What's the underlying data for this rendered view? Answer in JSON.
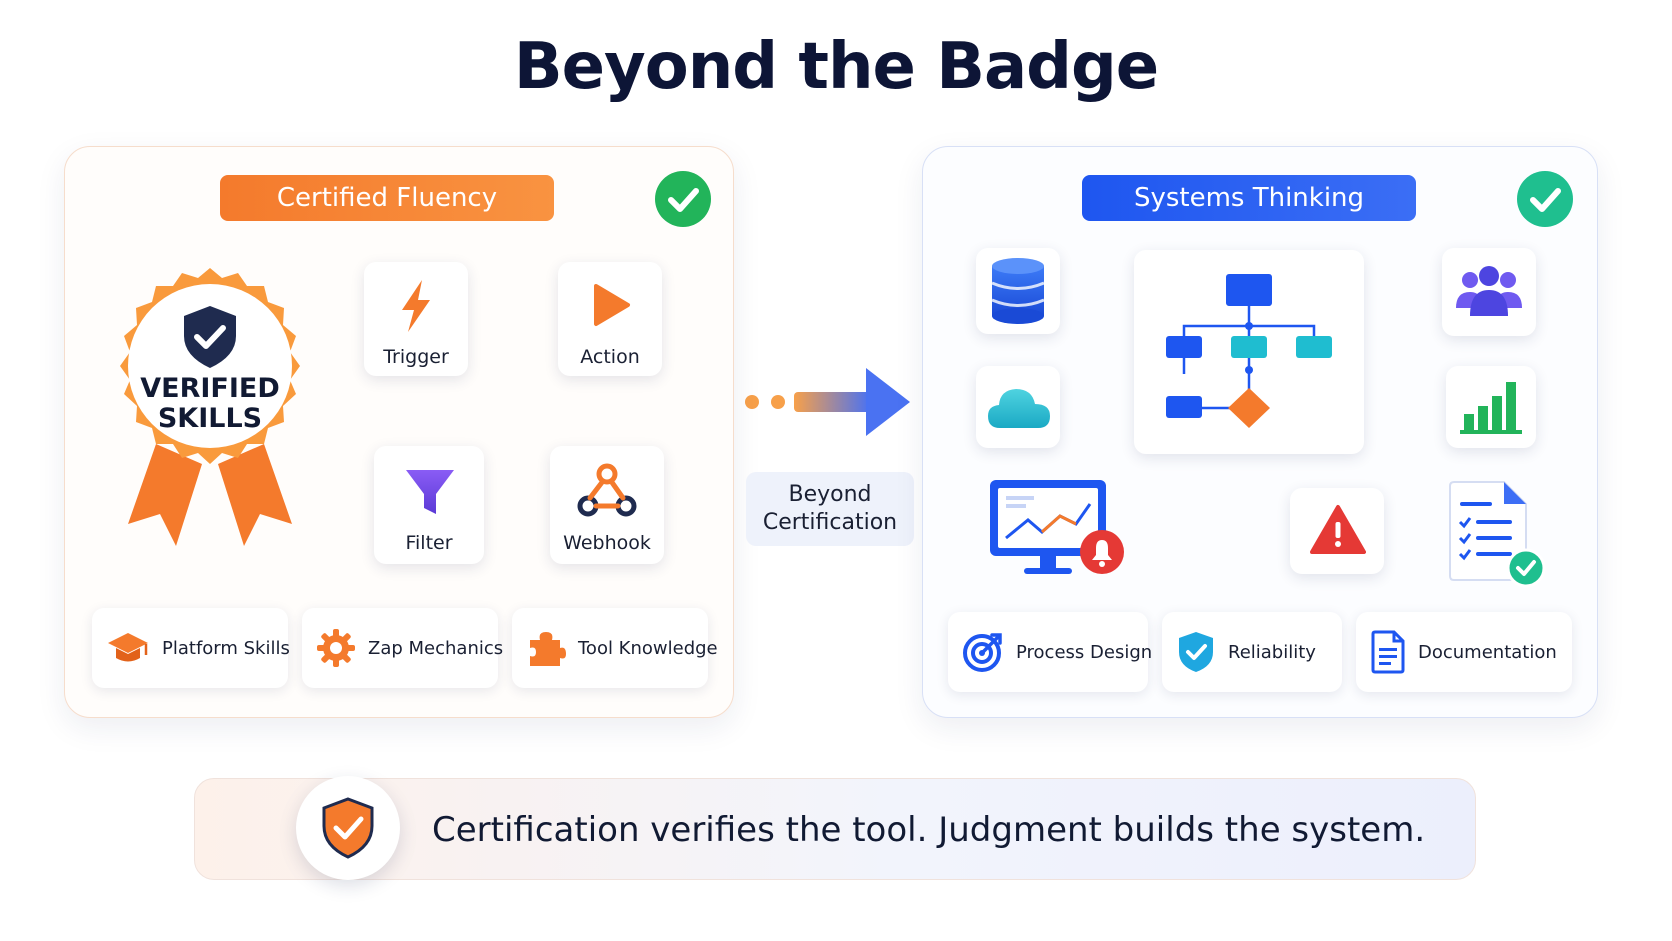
{
  "title": "Beyond the Badge",
  "colors": {
    "orange": "#f47a2c",
    "blue": "#1e56f0",
    "green": "#22b45a",
    "red": "#e53935",
    "teal": "#1fbdd0"
  },
  "left_panel": {
    "header": "Certified Fluency",
    "badge": {
      "line1": "VERIFIED",
      "line2": "SKILLS",
      "icon": "shield-check-icon"
    },
    "nodes": [
      {
        "label": "Trigger",
        "icon": "lightning-icon"
      },
      {
        "label": "Action",
        "icon": "play-icon"
      },
      {
        "label": "Filter",
        "icon": "funnel-icon"
      },
      {
        "label": "Webhook",
        "icon": "webhook-icon"
      }
    ],
    "chips": [
      {
        "label": "Platform Skills",
        "icon": "graduation-cap-icon"
      },
      {
        "label": "Zap Mechanics",
        "icon": "gear-icon"
      },
      {
        "label": "Tool Knowledge",
        "icon": "puzzle-icon"
      }
    ]
  },
  "middle": {
    "line1": "Beyond",
    "line2": "Certification"
  },
  "right_panel": {
    "header": "Systems Thinking",
    "chips": [
      {
        "label": "Process Design",
        "icon": "target-icon"
      },
      {
        "label": "Reliability",
        "icon": "shield-check-icon"
      },
      {
        "label": "Documentation",
        "icon": "document-icon"
      }
    ]
  },
  "banner": {
    "text": "Certification verifies the tool. Judgment builds the system.",
    "icon": "shield-check-icon"
  }
}
